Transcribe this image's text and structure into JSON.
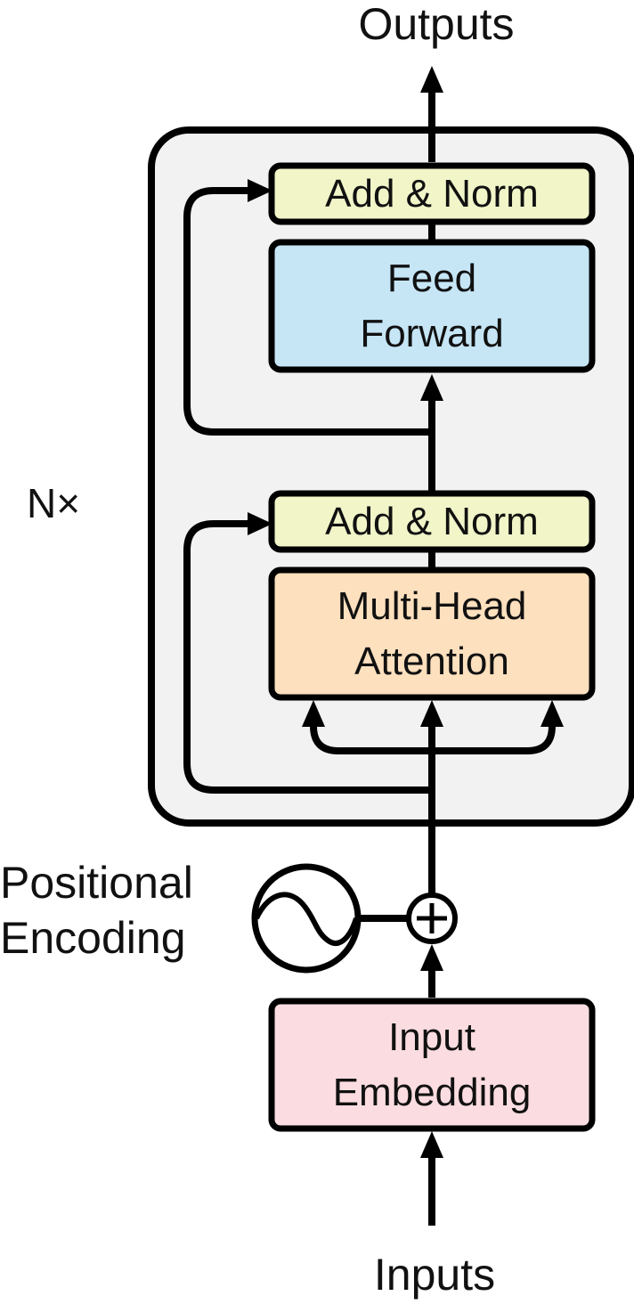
{
  "labels": {
    "outputs": "Outputs",
    "inputs": "Inputs",
    "repeat": "N×",
    "positional_encoding_line1": "Positional",
    "positional_encoding_line2": "Encoding"
  },
  "blocks": {
    "add_norm_top": {
      "label": "Add & Norm"
    },
    "feed_forward": {
      "line1": "Feed",
      "line2": "Forward"
    },
    "add_norm_bottom": {
      "label": "Add & Norm"
    },
    "multi_head_attention": {
      "line1": "Multi-Head",
      "line2": "Attention"
    },
    "input_embedding": {
      "line1": "Input",
      "line2": "Embedding"
    }
  },
  "colors": {
    "add_norm": "#f1f5c8",
    "feed_forward": "#c6e6f6",
    "multi_head_attention": "#fde0be",
    "input_embedding": "#fbdde1",
    "encoder_stack": "#f2f2f2",
    "stroke": "#000000"
  }
}
